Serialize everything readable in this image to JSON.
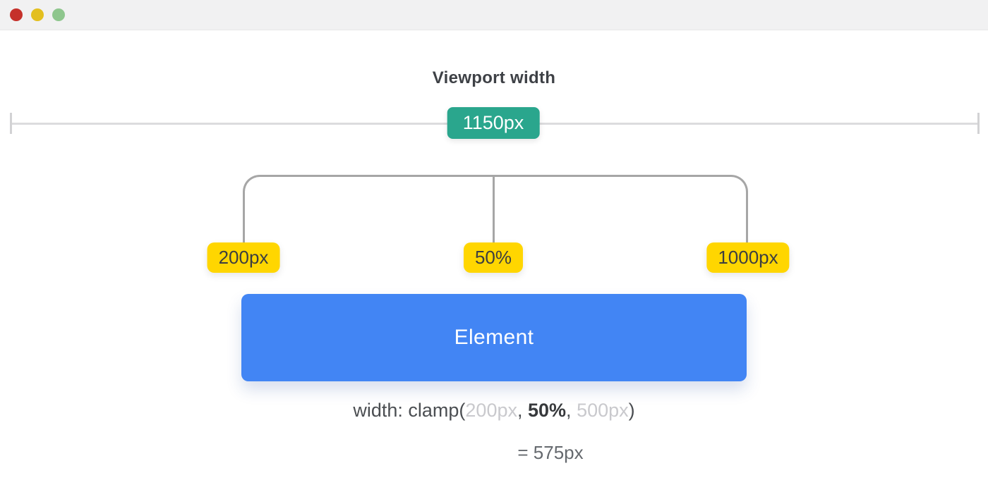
{
  "window": {
    "controls": [
      {
        "name": "close",
        "color": "#c5312b"
      },
      {
        "name": "minimize",
        "color": "#e3bf1f"
      },
      {
        "name": "zoom",
        "color": "#8ec68d"
      }
    ]
  },
  "diagram": {
    "title": "Viewport width",
    "viewport": {
      "width_label": "1150px"
    },
    "clamp_markers": {
      "min": "200px",
      "preferred": "50%",
      "max": "1000px"
    },
    "element": {
      "label": "Element"
    },
    "formula": {
      "property": "width: clamp(",
      "min": "200px",
      "comma1": ", ",
      "preferred": "50%",
      "comma2": ", ",
      "max": "500px",
      "close": ")"
    },
    "result": "= 575px"
  },
  "colors": {
    "viewport_badge": "#2aa68d",
    "marker_badge": "#ffd600",
    "element": "#4285f4",
    "bracket_line": "#a6a6a6",
    "measure_line": "#dcdcde",
    "titlebar_bg": "#f1f1f2"
  }
}
